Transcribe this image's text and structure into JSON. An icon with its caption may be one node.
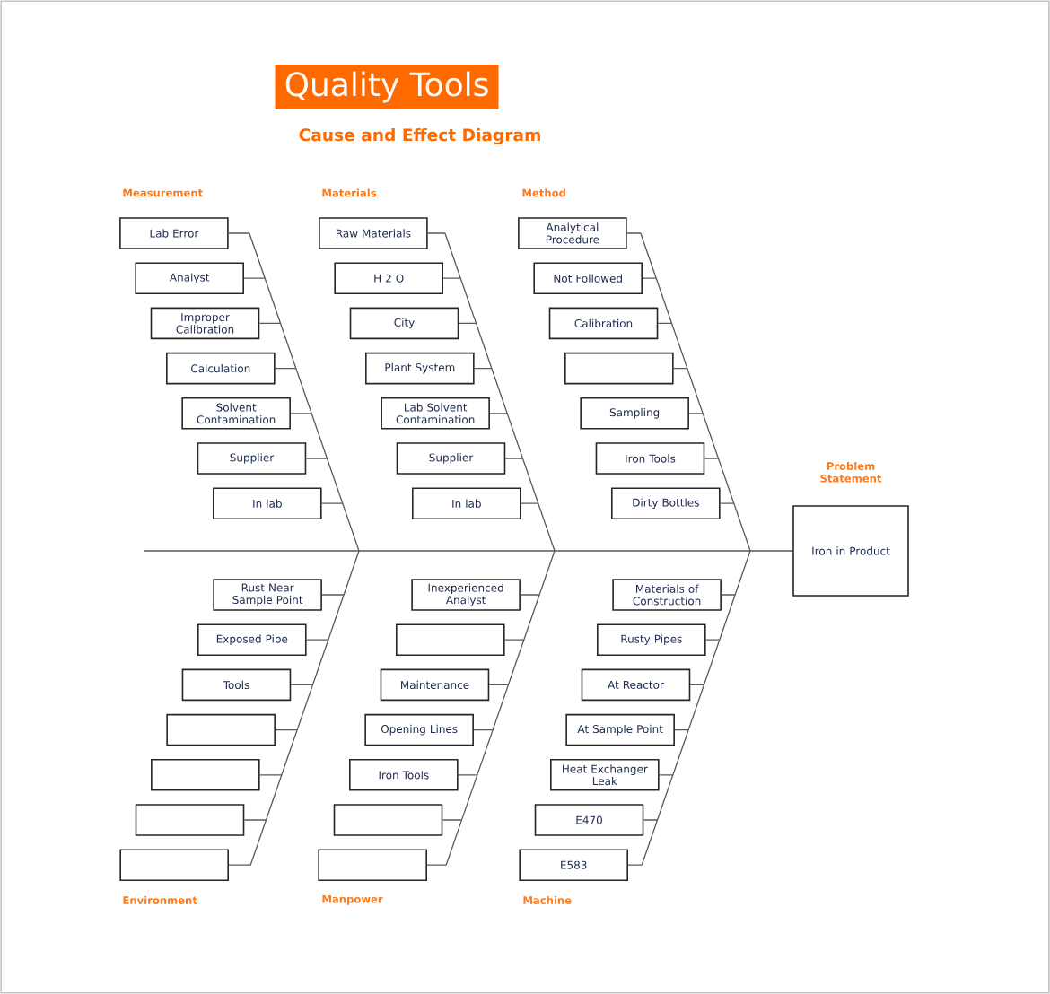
{
  "diagram": {
    "title": "Quality Tools",
    "nodes": [
      {
        "text": [
          "Lab Error"
        ]
      },
      {
        "text": [
          "Analyst"
        ]
      },
      {
        "text": [
          "Improper Calibration"
        ]
      },
      {
        "text": [
          "Calculation"
        ]
      },
      {
        "text": [
          "Solvent Contamination"
        ]
      },
      {
        "text": [
          "Supplier"
        ]
      },
      {
        "text": [
          "In lab"
        ]
      },
      {
        "text": [
          "Raw Materials"
        ]
      },
      {
        "text": [
          "H 2 O"
        ]
      },
      {
        "text": [
          "City"
        ]
      },
      {
        "text": [
          "Plant System"
        ]
      },
      {
        "text": [
          "Lab Solvent Contamination"
        ]
      },
      {
        "text": [
          "Supplier"
        ]
      },
      {
        "text": [
          "In lab"
        ]
      },
      {
        "text": [
          "Analytical Procedure"
        ]
      },
      {
        "text": [
          "Not Followed"
        ]
      },
      {
        "text": [
          "Calibration"
        ]
      },
      {
        "text": [],
        "shape": "box"
      },
      {
        "text": [
          "Sampling"
        ]
      },
      {
        "text": [
          "Iron Tools"
        ]
      },
      {
        "text": [
          "Dirty Bottles"
        ]
      },
      {
        "text": [
          "Problem Statement",
          "Iron in Product"
        ]
      },
      {
        "text": [
          "Rust Near Sample Point"
        ]
      },
      {
        "text": [
          "Exposed Pipe"
        ]
      },
      {
        "text": [
          "Tools"
        ]
      },
      {
        "text": [],
        "shape": "box"
      },
      {
        "text": [],
        "shape": "box"
      },
      {
        "text": [],
        "shape": "box"
      },
      {
        "text": [],
        "shape": "box"
      },
      {
        "text": [
          "Inexperienced Analyst"
        ]
      },
      {
        "text": [],
        "shape": "box"
      },
      {
        "text": [
          "Maintenance"
        ]
      },
      {
        "text": [
          "Opening Lines"
        ]
      },
      {
        "text": [
          "Iron Tools"
        ]
      },
      {
        "text": [],
        "shape": "box"
      },
      {
        "text": [],
        "shape": "box"
      },
      {
        "text": [
          "Materials of Construction"
        ]
      },
      {
        "text": [
          "Rusty Pipes"
        ]
      },
      {
        "text": [
          "At Reactor"
        ]
      },
      {
        "text": [
          "At Sample Point"
        ]
      },
      {
        "text": [
          "Heat Exchanger Leak"
        ]
      },
      {
        "text": [
          "E470"
        ]
      },
      {
        "text": [
          "E583"
        ]
      }
    ],
    "edges": [
      {
        "from": 0,
        "to": 21,
        "arrow": "none"
      },
      {
        "from": 1,
        "to": 21,
        "arrow": "none"
      },
      {
        "from": 2,
        "to": 21,
        "arrow": "none"
      },
      {
        "from": 3,
        "to": 21,
        "arrow": "none"
      },
      {
        "from": 4,
        "to": 21,
        "arrow": "none"
      },
      {
        "from": 5,
        "to": 21,
        "arrow": "none"
      },
      {
        "from": 6,
        "to": 21,
        "arrow": "none"
      },
      {
        "from": 7,
        "to": 21,
        "arrow": "none"
      },
      {
        "from": 8,
        "to": 21,
        "arrow": "none"
      },
      {
        "from": 9,
        "to": 21,
        "arrow": "none"
      },
      {
        "from": 10,
        "to": 21,
        "arrow": "none"
      },
      {
        "from": 11,
        "to": 21,
        "arrow": "none"
      },
      {
        "from": 12,
        "to": 21,
        "arrow": "none"
      },
      {
        "from": 13,
        "to": 21,
        "arrow": "none"
      },
      {
        "from": 14,
        "to": 21,
        "arrow": "none"
      },
      {
        "from": 15,
        "to": 21,
        "arrow": "none"
      },
      {
        "from": 16,
        "to": 21,
        "arrow": "none"
      },
      {
        "from": 17,
        "to": 21,
        "arrow": "none"
      },
      {
        "from": 18,
        "to": 21,
        "arrow": "none"
      },
      {
        "from": 19,
        "to": 21,
        "arrow": "none"
      },
      {
        "from": 20,
        "to": 21,
        "arrow": "none"
      },
      {
        "from": 22,
        "to": 21,
        "arrow": "none"
      },
      {
        "from": 23,
        "to": 21,
        "arrow": "none"
      },
      {
        "from": 24,
        "to": 21,
        "arrow": "none"
      },
      {
        "from": 25,
        "to": 21,
        "arrow": "none"
      },
      {
        "from": 26,
        "to": 21,
        "arrow": "none"
      },
      {
        "from": 27,
        "to": 21,
        "arrow": "none"
      },
      {
        "from": 28,
        "to": 21,
        "arrow": "none"
      },
      {
        "from": 29,
        "to": 21,
        "arrow": "none"
      },
      {
        "from": 30,
        "to": 21,
        "arrow": "none"
      },
      {
        "from": 31,
        "to": 21,
        "arrow": "none"
      },
      {
        "from": 32,
        "to": 21,
        "arrow": "none"
      },
      {
        "from": 33,
        "to": 21,
        "arrow": "none"
      },
      {
        "from": 34,
        "to": 21,
        "arrow": "none"
      },
      {
        "from": 35,
        "to": 21,
        "arrow": "none"
      },
      {
        "from": 36,
        "to": 21,
        "arrow": "none"
      },
      {
        "from": 37,
        "to": 21,
        "arrow": "none"
      },
      {
        "from": 38,
        "to": 21,
        "arrow": "none"
      },
      {
        "from": 39,
        "to": 21,
        "arrow": "none"
      },
      {
        "from": 40,
        "to": 21,
        "arrow": "none"
      },
      {
        "from": 41,
        "to": 21,
        "arrow": "none"
      },
      {
        "from": 42,
        "to": 21,
        "arrow": "none"
      }
    ],
    "labels": [
      "Cause and Effect Diagram",
      "Measurement",
      "Materials",
      "Method",
      "Environment",
      "Manpower",
      "Machine"
    ]
  }
}
